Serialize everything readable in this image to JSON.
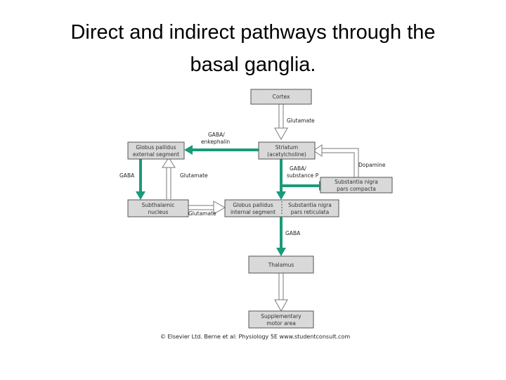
{
  "title": {
    "line1": "Direct and indirect pathways through the",
    "line2": "basal ganglia."
  },
  "boxes": {
    "cortex": [
      "Cortex"
    ],
    "striatum": [
      "Striatum",
      "(acetylcholine)"
    ],
    "gpe": [
      "Globus pallidus",
      "external segment"
    ],
    "stn": [
      "Subthalamic",
      "nucleus"
    ],
    "gpi": [
      "Globus pallidus",
      "internal segment"
    ],
    "snr": [
      "Substantia nigra",
      "pars reticulata"
    ],
    "snc": [
      "Substantia nigra",
      "pars compacta"
    ],
    "thalamus": [
      "Thalamus"
    ],
    "sma": [
      "Supplementary",
      "motor area"
    ]
  },
  "labels": {
    "glutamate_cortex": "Glutamate",
    "gaba_enk_1": "GABA/",
    "gaba_enk_2": "enkephalin",
    "dopamine": "Dopamine",
    "gaba_sub_1": "GABA/",
    "gaba_sub_2": "substance P",
    "gaba_left": "GABA",
    "glutamate_mid": "Glutamate",
    "glutamate_stn": "Glutamate",
    "gaba_thalamus": "GABA"
  },
  "copyright": "© Elsevier Ltd. Berne et al: Physiology 5E www.studentconsult.com",
  "colors": {
    "inhibitory_arrow": "#1b9a7a",
    "box_fill": "#d9d9d9"
  }
}
